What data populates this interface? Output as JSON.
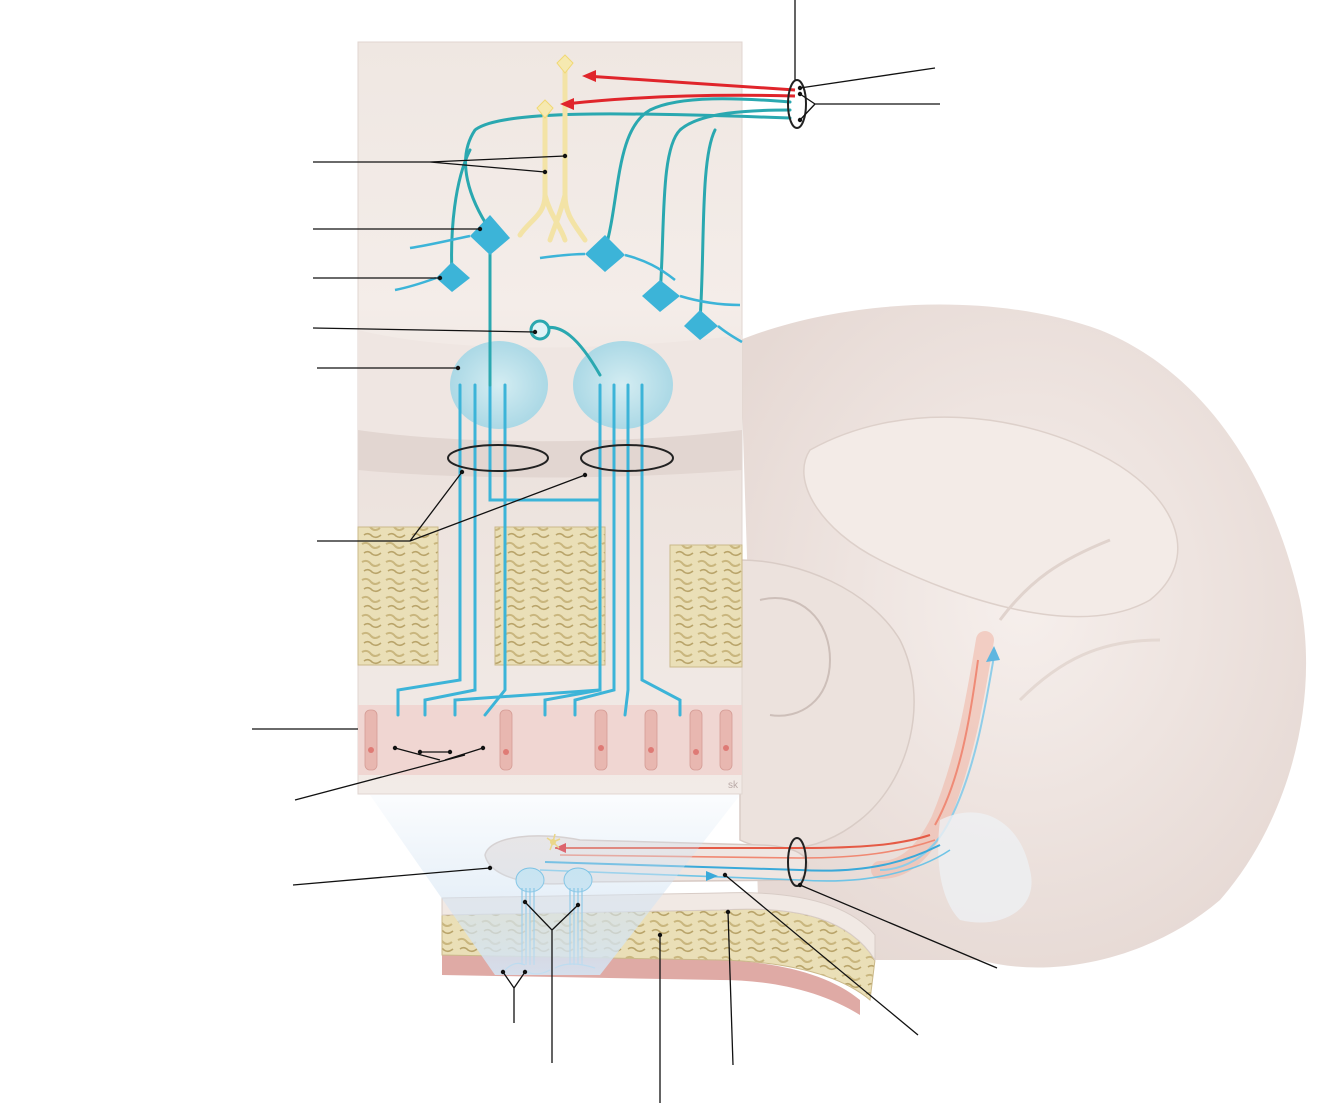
{
  "figure": {
    "signature": "sk",
    "colors": {
      "tract_blue": "#3cb4d8",
      "tract_teal": "#2aa8b0",
      "efferent_red": "#e0252b",
      "mitral_yellow": "#f3e3a6",
      "brain_tissue": "#efe6e1",
      "bone_yellow": "#e9dcb0",
      "mucosa_pink": "#eed3cf"
    },
    "leader_lines": [
      {
        "name": "leader-top-vertical"
      },
      {
        "name": "leader-top-right-upper"
      },
      {
        "name": "leader-top-right-lower"
      },
      {
        "name": "leader-left-1"
      },
      {
        "name": "leader-left-2"
      },
      {
        "name": "leader-left-3"
      },
      {
        "name": "leader-left-4"
      },
      {
        "name": "leader-left-5"
      },
      {
        "name": "leader-left-6"
      },
      {
        "name": "leader-left-7"
      },
      {
        "name": "leader-left-8"
      },
      {
        "name": "leader-left-9"
      },
      {
        "name": "leader-bottom-1"
      },
      {
        "name": "leader-bottom-2"
      },
      {
        "name": "leader-bottom-3"
      },
      {
        "name": "leader-bottom-4"
      },
      {
        "name": "leader-bottom-right-1"
      },
      {
        "name": "leader-bottom-right-2"
      }
    ]
  }
}
